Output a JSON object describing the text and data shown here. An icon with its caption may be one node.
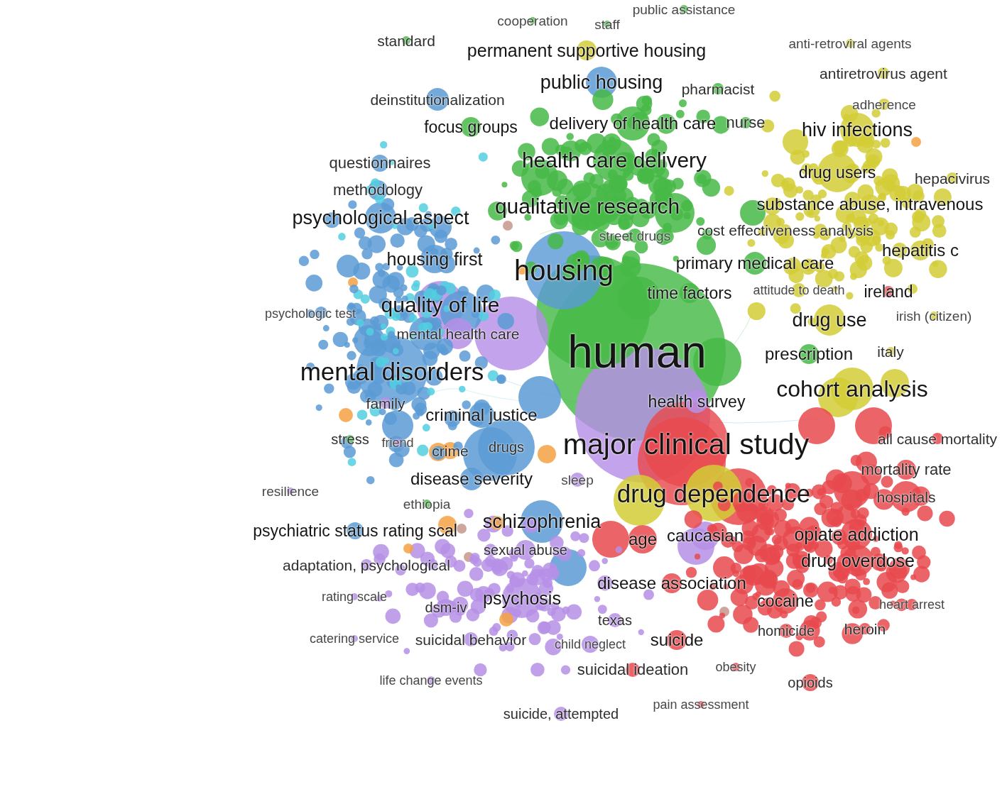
{
  "diagram": {
    "labels": [
      "public assistance",
      "cooperation",
      "staff",
      "standard",
      "anti-retroviral agents",
      "permanent supportive housing",
      "antiretrovirus agent",
      "public housing",
      "pharmacist",
      "deinstitutionalization",
      "adherence",
      "delivery of health care",
      "nurse",
      "focus groups",
      "hiv infections",
      "health care delivery",
      "questionnaires",
      "drug users",
      "hepacivirus",
      "methodology",
      "substance abuse, intravenous",
      "qualitative research",
      "psychological aspect",
      "cost effectiveness analysis",
      "street drugs",
      "hepatitis c",
      "housing first",
      "primary medical care",
      "housing",
      "attitude to death",
      "time factors",
      "ireland",
      "quality of life",
      "psychologic test",
      "irish (citizen)",
      "drug use",
      "mental health care",
      "human",
      "italy",
      "prescription",
      "mental disorders",
      "cohort analysis",
      "health survey",
      "family",
      "criminal justice",
      "stress",
      "all cause mortality",
      "friend",
      "major clinical study",
      "drugs",
      "crime",
      "mortality rate",
      "disease severity",
      "sleep",
      "resilience",
      "drug dependence",
      "hospitals",
      "ethiopia",
      "schizophrenia",
      "psychiatric status rating scal",
      "opiate addiction",
      "age",
      "caucasian",
      "sexual abuse",
      "drug overdose",
      "adaptation, psychological",
      "disease association",
      "rating scale",
      "psychosis",
      "cocaine",
      "heart arrest",
      "dsm-iv",
      "texas",
      "homicide",
      "heroin",
      "catering service",
      "suicidal behavior",
      "suicide",
      "child neglect",
      "obesity",
      "suicidal ideation",
      "life change events",
      "opioids",
      "pain assessment",
      "suicide, attempted"
    ]
  }
}
